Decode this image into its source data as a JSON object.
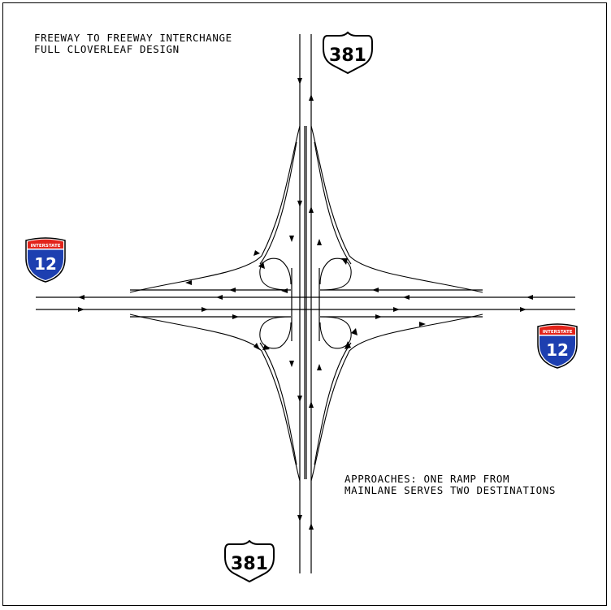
{
  "title": {
    "line1": "FREEWAY TO FREEWAY INTERCHANGE",
    "line2": "FULL CLOVERLEAF DESIGN"
  },
  "note": {
    "line1": "APPROACHES: ONE RAMP FROM",
    "line2": "MAINLANE SERVES TWO DESTINATIONS"
  },
  "shields": {
    "us_route": "381",
    "interstate_number": "12",
    "interstate_banner": "INTERSTATE"
  },
  "colors": {
    "interstate_red": "#e2231a",
    "interstate_blue": "#1d3fb0",
    "line": "#000000"
  }
}
